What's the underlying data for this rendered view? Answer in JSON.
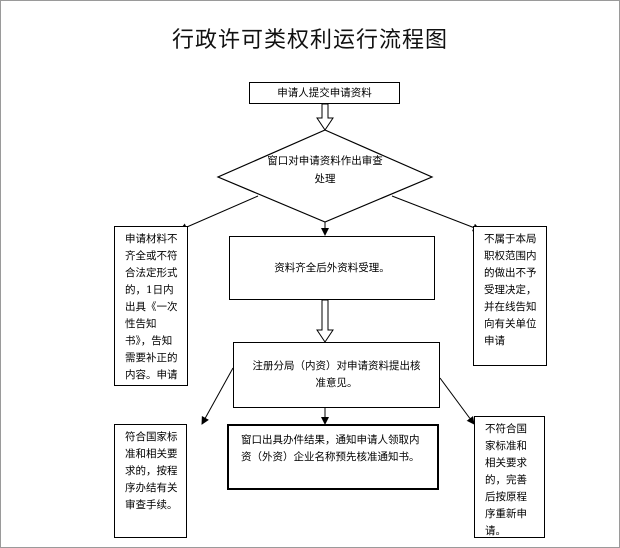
{
  "title": "行政许可类权利运行流程图",
  "nodes": {
    "submit": "申请人提交申请资料",
    "review": "窗口对申请资料作出审查处理",
    "incomplete": "申请材料不齐全或不符合法定形式的，1日内出具《一次性告知书》，告知需要补正的内容。申请人补正申请材料",
    "accept": "资料齐全后外资料受理。",
    "not_in_scope": "不属于本局职权范围内的做出不予受理决定，并在线告知向有关单位申请",
    "register_opinion": "注册分局（内资）对申请资料提出核准意见。",
    "meets_standard": "符合国家标准和相关要求的，按程序办结有关审查手续。",
    "result_notice": "窗口出具办件结果，通知申请人领取内资（外资）企业名称预先核准通知书。",
    "not_meet": "不符合国家标准和相关要求的，完善后按原程序重新申请。"
  }
}
